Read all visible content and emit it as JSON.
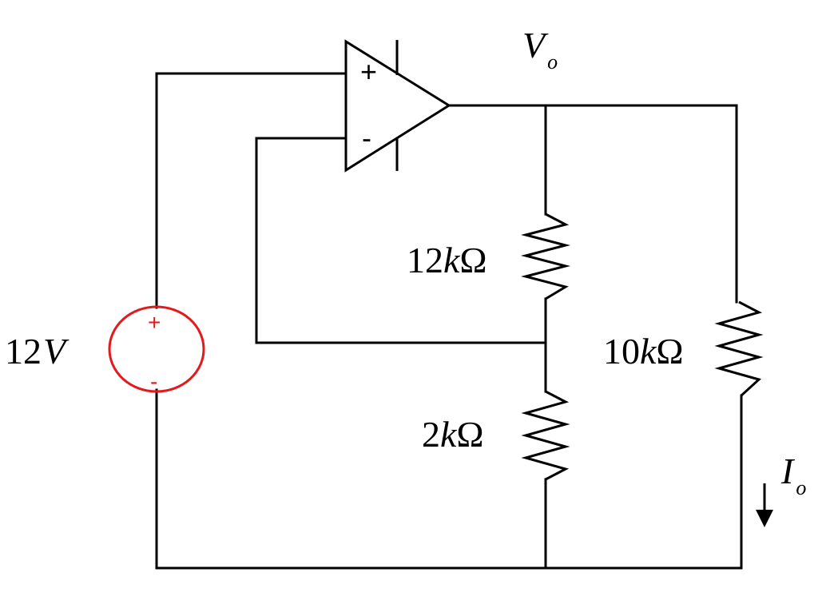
{
  "colors": {
    "wire": "#000000",
    "source": "#e31a1c",
    "background": "#ffffff"
  },
  "opamp": {
    "plus_sign": "+",
    "minus_sign": "-"
  },
  "labels": {
    "output_voltage": {
      "symbol": "V",
      "subscript": "o"
    },
    "output_current": {
      "symbol": "I",
      "subscript": "o"
    }
  },
  "source": {
    "label_number": "12",
    "label_unit": "V",
    "plus_sign": "+",
    "minus_sign": "-"
  },
  "resistors": {
    "feedback": {
      "number": "12",
      "unit_k": "k",
      "unit_ohm": "Ω"
    },
    "ground": {
      "number": "2",
      "unit_k": "k",
      "unit_ohm": "Ω"
    },
    "load": {
      "number": "10",
      "unit_k": "k",
      "unit_ohm": "Ω"
    }
  }
}
